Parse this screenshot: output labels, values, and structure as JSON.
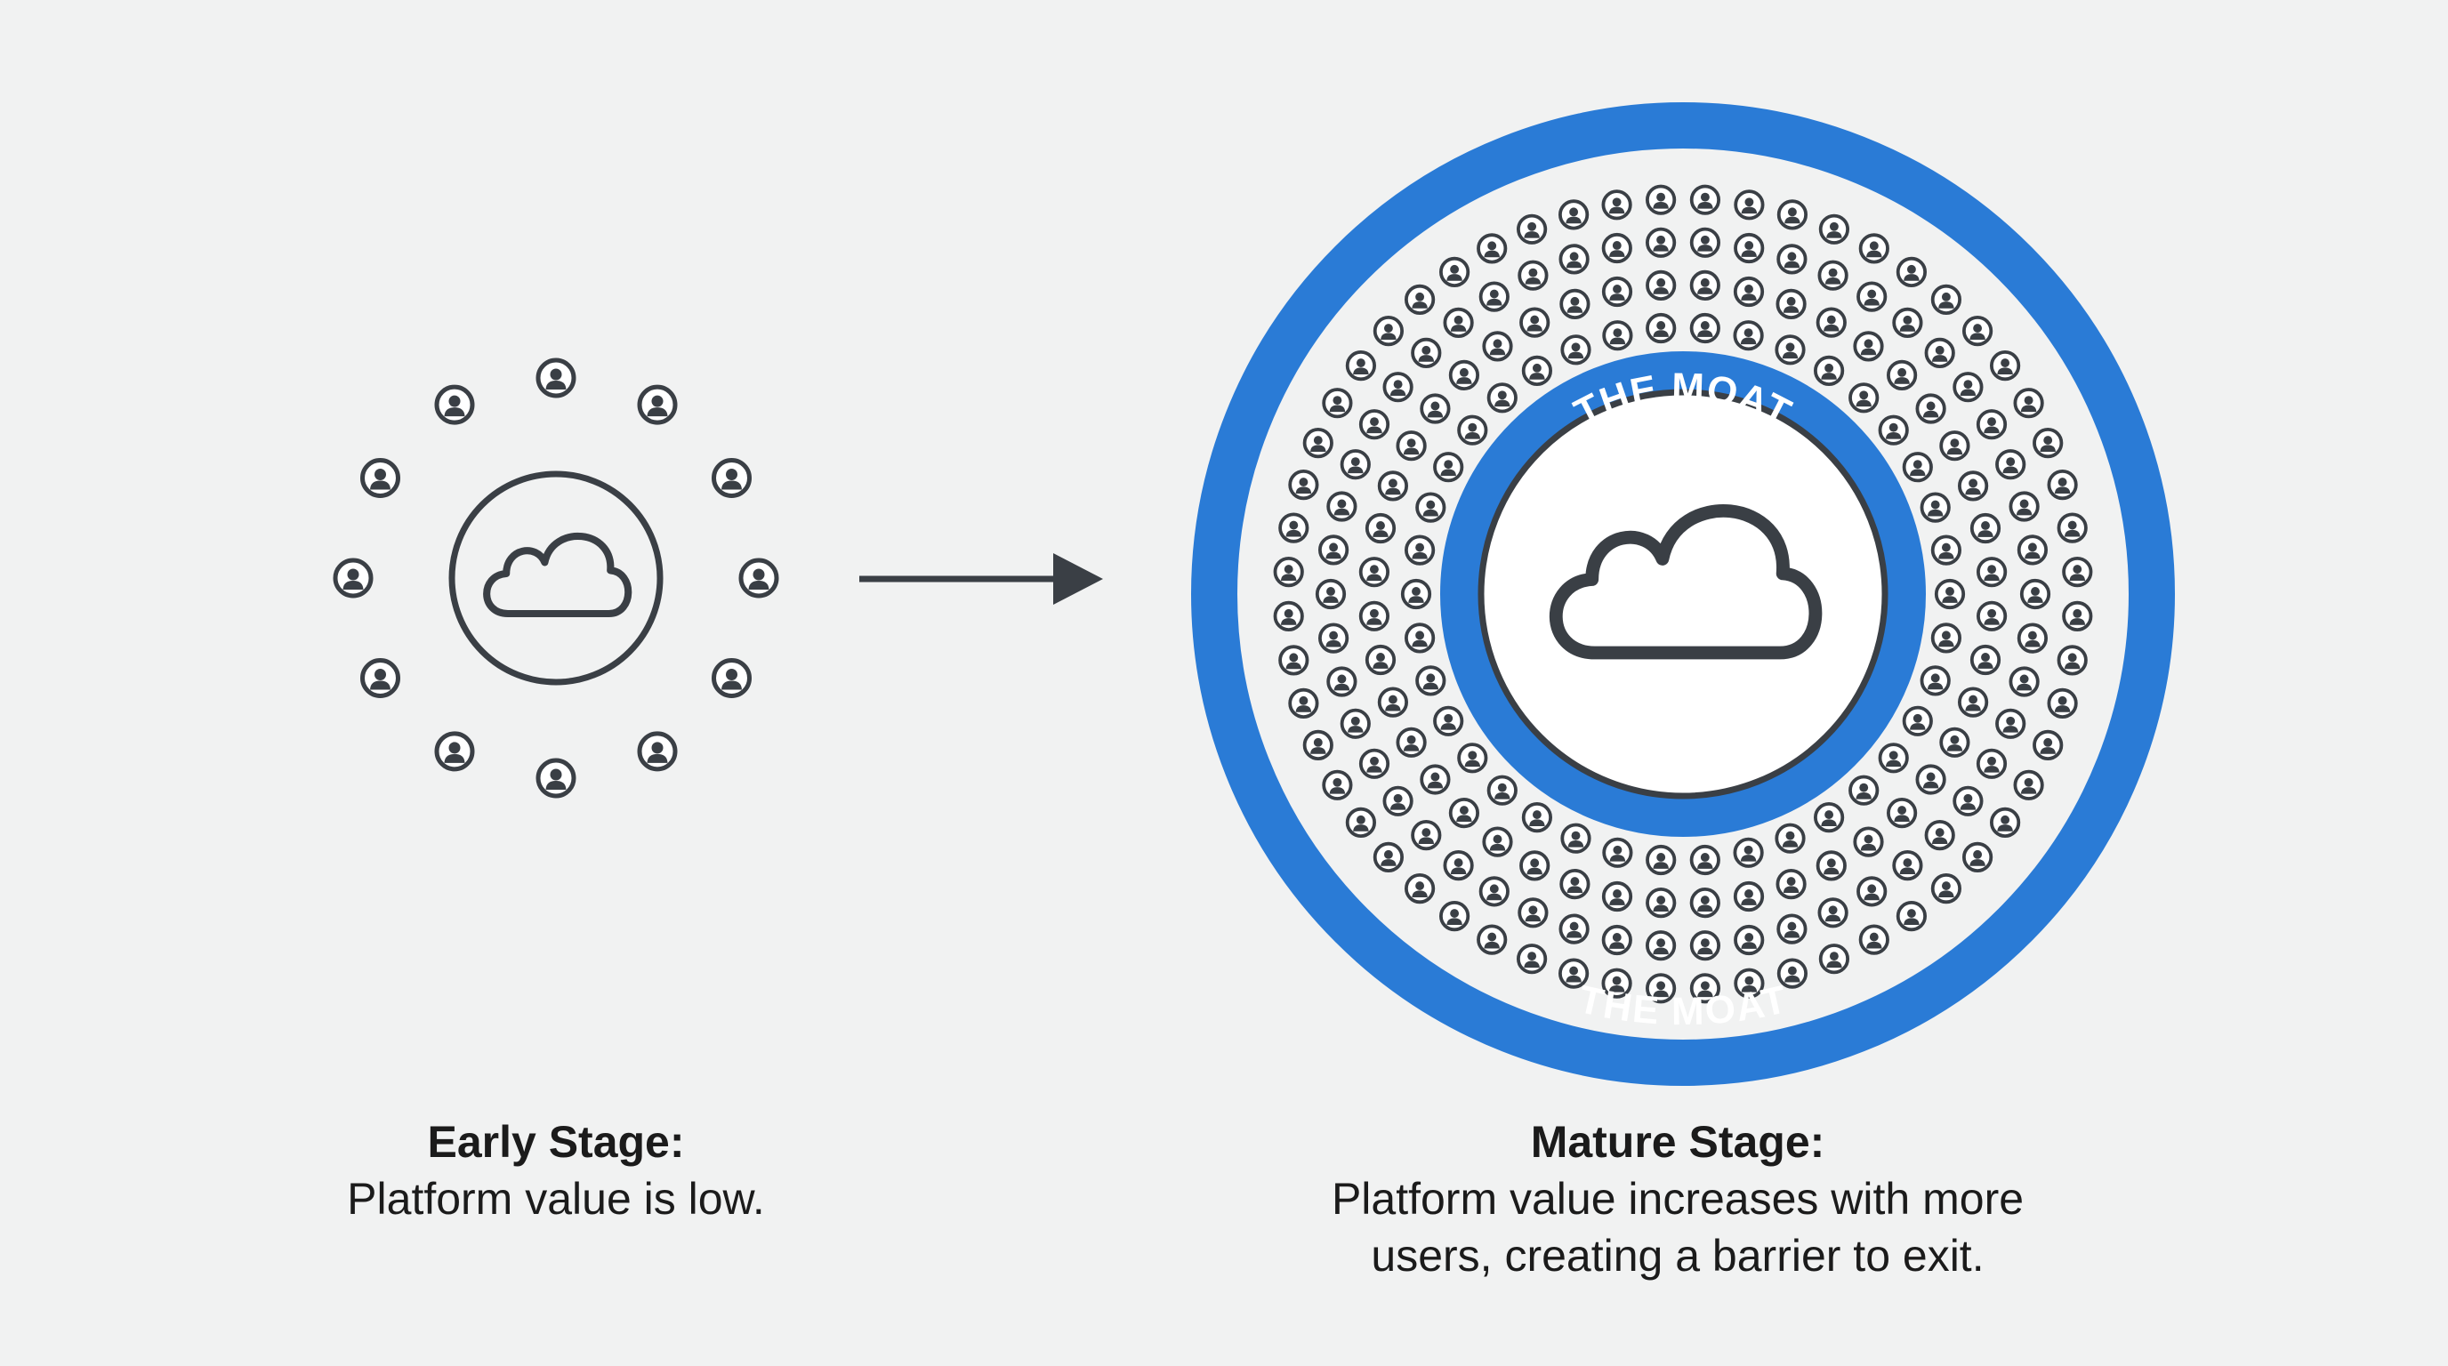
{
  "early": {
    "title": "Early Stage:",
    "description": "Platform value is low.",
    "user_count": 12
  },
  "mature": {
    "title": "Mature Stage:",
    "description_line1": "Platform value increases with more",
    "description_line2": "users, creating a barrier to exit.",
    "moat_label_top": "THE MOAT",
    "moat_label_bottom": "THE MOAT"
  },
  "icons": {
    "platform": "cloud-icon",
    "user": "user-icon",
    "transition": "arrow-right-icon"
  },
  "colors": {
    "background": "#f1f2f2",
    "moat_blue": "#2a7bd6",
    "ink": "#3a3f45",
    "text": "#1b1b1b"
  }
}
